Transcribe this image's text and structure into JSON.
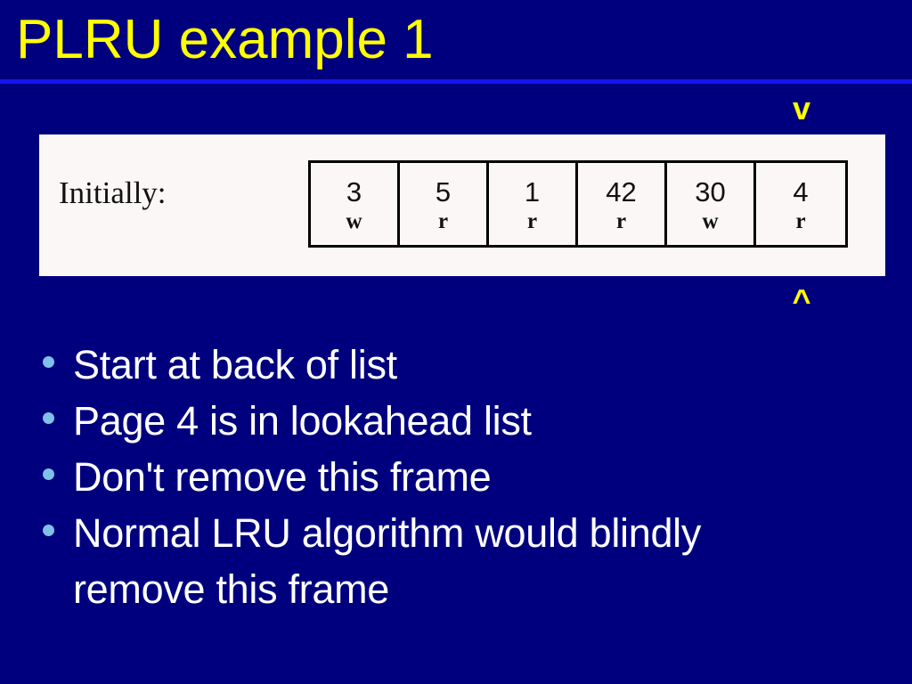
{
  "slide": {
    "title": "PLRU example 1",
    "background_color": "#00007e",
    "title_color": "#ffff00",
    "rule_color": "#1414ee",
    "body_text_color": "#ffffff",
    "bullet_color": "#7fc0e8"
  },
  "markers": {
    "top": "v",
    "bottom": "^"
  },
  "figure": {
    "label": "Initially:",
    "panel_color": "#fbf7f7",
    "frames": [
      {
        "page": "3",
        "mode": "w"
      },
      {
        "page": "5",
        "mode": "r"
      },
      {
        "page": "1",
        "mode": "r"
      },
      {
        "page": "42",
        "mode": "r"
      },
      {
        "page": "30",
        "mode": "w"
      },
      {
        "page": "4",
        "mode": "r"
      }
    ]
  },
  "bullets": [
    {
      "text": "Start at back of list"
    },
    {
      "text": "Page 4 is in lookahead list"
    },
    {
      "text": "Don't remove this frame"
    },
    {
      "text": "Normal LRU algorithm would blindly\nremove this frame"
    }
  ]
}
